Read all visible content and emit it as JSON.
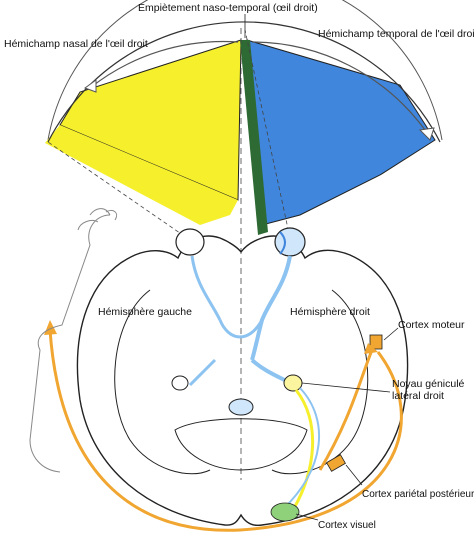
{
  "labels": {
    "naso_temporal_overlap": "Empiètement naso-temporal (œil droit)",
    "nasal_hemifield": "Hémichamp nasal de l'œil droit",
    "temporal_hemifield": "Hémichamp temporal de l'œil droit",
    "left_hemisphere": "Hémisphère gauche",
    "right_hemisphere": "Hémisphère droit",
    "motor_cortex": "Cortex moteur",
    "lgn_line1": "Noyau géniculé",
    "lgn_line2": "latéral droit",
    "posterior_parietal_cortex": "Cortex pariétal postérieur",
    "visual_cortex": "Cortex visuel"
  },
  "colors": {
    "nasal_field": "#f6ef2c",
    "temporal_field": "#3f86dc",
    "overlap_band": "#2e6a33",
    "visual_pathway": "#8cc3f0",
    "motor_pathway": "#f0a630",
    "outline": "#222222"
  }
}
